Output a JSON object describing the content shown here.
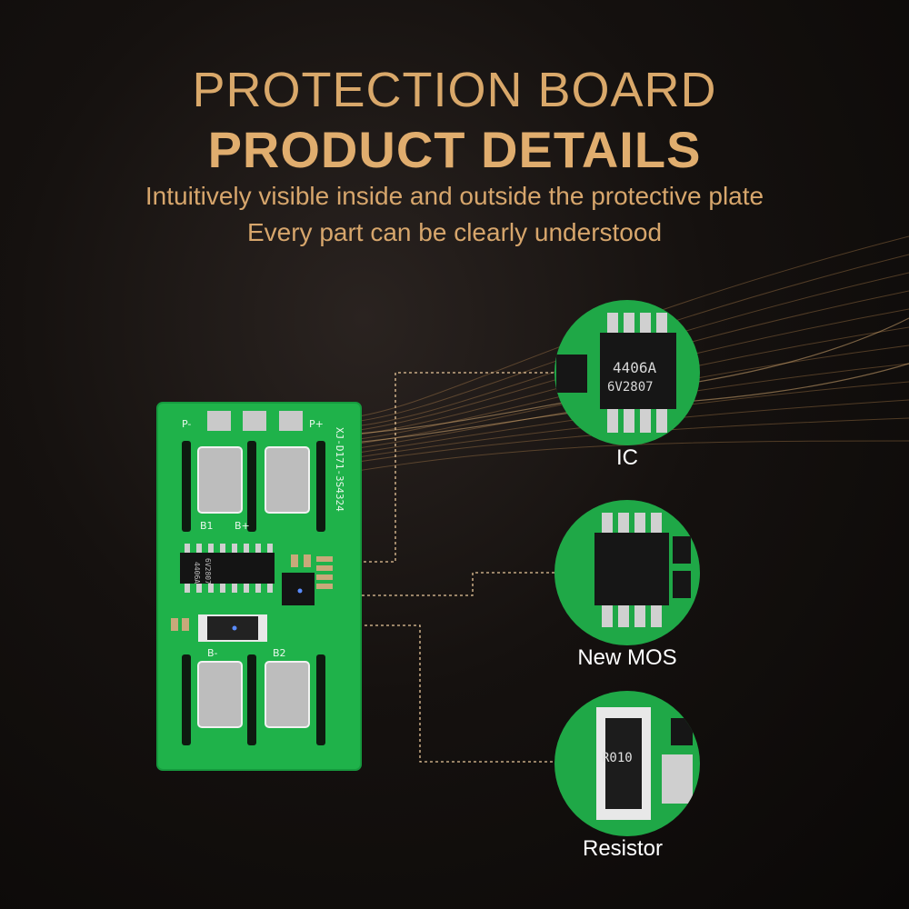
{
  "header": {
    "title_line1": "PROTECTION BOARD",
    "title_line2": "PRODUCT DETAILS",
    "subtitle_line1": "Intuitively visible inside and outside the protective plate",
    "subtitle_line2": "Every part can be clearly understood"
  },
  "board": {
    "silk_model": "XJ-D171-3S4324",
    "labels": [
      "P-",
      "P+",
      "B1",
      "B+",
      "B-",
      "B2"
    ],
    "chip_text_main": "4406A",
    "chip_text_sub": "6V2807"
  },
  "details": [
    {
      "label": "IC",
      "chip_line1": "4406A",
      "chip_line2": "6V2807"
    },
    {
      "label": "New MOS"
    },
    {
      "label": "Resistor",
      "chip_text": "R010"
    }
  ],
  "colors": {
    "gold": "#d9a86a",
    "pcb_green": "#1fb24a",
    "pad_silver": "#b8b8b8",
    "chip_black": "#141414"
  }
}
